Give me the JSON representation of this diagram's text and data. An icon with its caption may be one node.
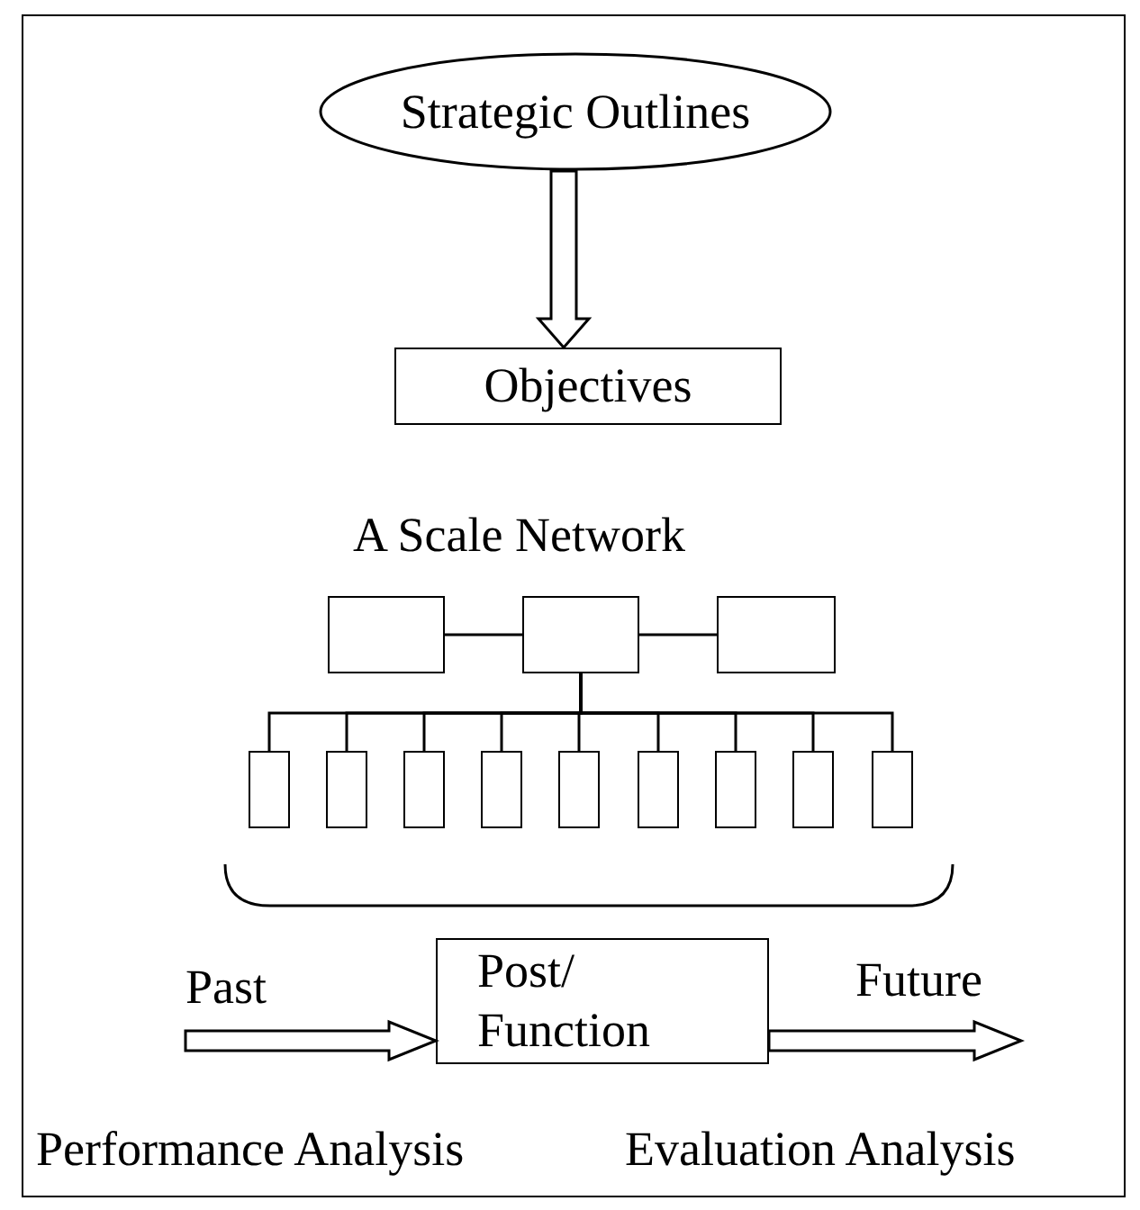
{
  "diagram": {
    "nodes": [
      {
        "text": [
          "Strategic Outlines"
        ]
      },
      {
        "text": [
          "Objectives"
        ]
      },
      {
        "text": [],
        "shape": "box"
      },
      {
        "text": [],
        "shape": "box"
      },
      {
        "text": [],
        "shape": "box"
      },
      {
        "text": [],
        "shape": "box"
      },
      {
        "text": [],
        "shape": "box"
      },
      {
        "text": [],
        "shape": "box"
      },
      {
        "text": [],
        "shape": "box"
      },
      {
        "text": [],
        "shape": "box"
      },
      {
        "text": [],
        "shape": "box"
      },
      {
        "text": [],
        "shape": "box"
      },
      {
        "text": [],
        "shape": "box"
      },
      {
        "text": [],
        "shape": "box"
      },
      {
        "text": [
          "Post/ Function"
        ]
      }
    ],
    "edges": [
      {
        "from": 0,
        "to": 1,
        "arrow": "to",
        "style": "thick"
      },
      {
        "from": 2,
        "to": 3,
        "arrow": "none"
      },
      {
        "from": 3,
        "to": 4,
        "arrow": "none"
      },
      {
        "from": 3,
        "to": 5,
        "arrow": "none"
      },
      {
        "from": 3,
        "to": 6,
        "arrow": "none"
      },
      {
        "from": 3,
        "to": 7,
        "arrow": "none"
      },
      {
        "from": 3,
        "to": 8,
        "arrow": "none"
      },
      {
        "from": 3,
        "to": 9,
        "arrow": "none"
      },
      {
        "from": 3,
        "to": 10,
        "arrow": "none"
      },
      {
        "from": 3,
        "to": 11,
        "arrow": "none"
      },
      {
        "from": 3,
        "to": 12,
        "arrow": "none"
      },
      {
        "from": 3,
        "to": 13,
        "arrow": "none"
      },
      {
        "from": null,
        "to": 14,
        "arrow": "to",
        "label": "Past",
        "style": "thick"
      },
      {
        "from": 14,
        "to": null,
        "arrow": "to",
        "label": "Future",
        "style": "thick"
      }
    ],
    "labels": [
      "A Scale Network",
      "Performance Analysis",
      "Evaluation Analysis"
    ]
  }
}
